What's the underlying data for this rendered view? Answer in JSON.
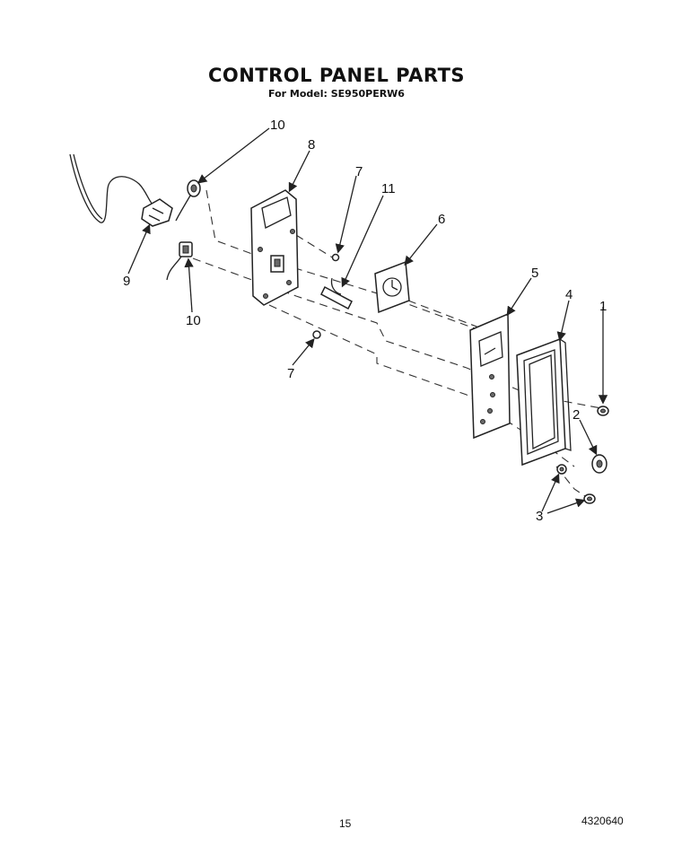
{
  "header": {
    "title": "CONTROL PANEL PARTS",
    "subtitle": "For Model: SE950PERW6"
  },
  "callouts": [
    {
      "id": "c10a",
      "label": "10"
    },
    {
      "id": "c8",
      "label": "8"
    },
    {
      "id": "c7a",
      "label": "7"
    },
    {
      "id": "c11",
      "label": "11"
    },
    {
      "id": "c6",
      "label": "6"
    },
    {
      "id": "c9",
      "label": "9"
    },
    {
      "id": "c10b",
      "label": "10"
    },
    {
      "id": "c5",
      "label": "5"
    },
    {
      "id": "c4",
      "label": "4"
    },
    {
      "id": "c1",
      "label": "1"
    },
    {
      "id": "c7b",
      "label": "7"
    },
    {
      "id": "c2",
      "label": "2"
    },
    {
      "id": "c3",
      "label": "3"
    }
  ],
  "footer": {
    "page_number": "15",
    "document_number": "4320640"
  }
}
